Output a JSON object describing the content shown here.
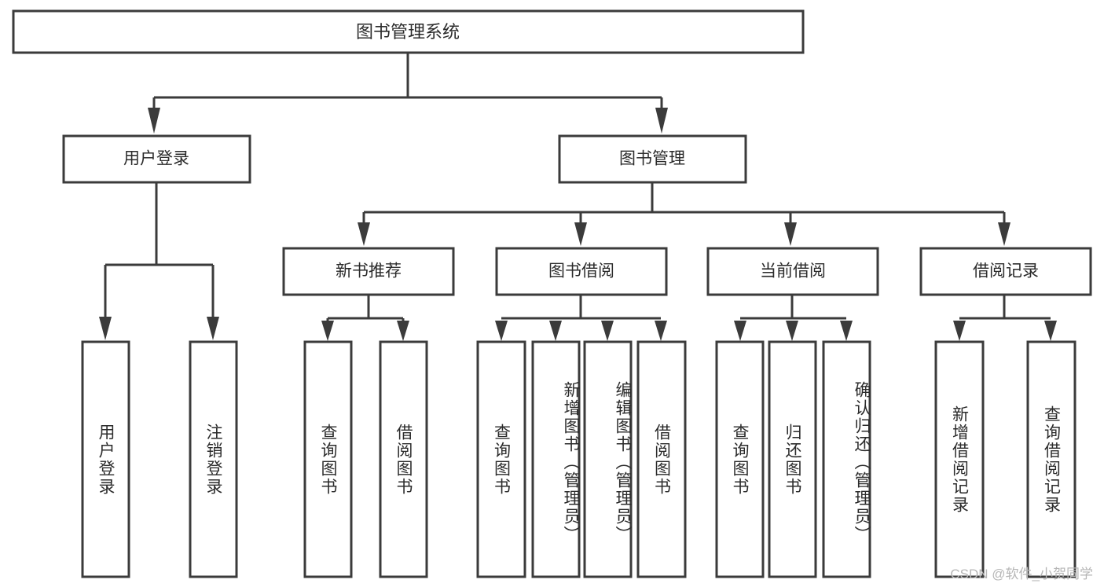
{
  "diagram": {
    "type": "tree",
    "title": "图书管理系统",
    "orientation": "top-down",
    "colors": {
      "background": "#ffffff",
      "stroke": "#3b3b3b",
      "box_fill": "#ffffff",
      "text": "#2b2b2b",
      "watermark": "#b6b6b6"
    },
    "root": {
      "label": "图书管理系统"
    },
    "level1": [
      {
        "label": "用户登录"
      },
      {
        "label": "图书管理"
      }
    ],
    "level2": [
      {
        "label": "新书推荐"
      },
      {
        "label": "图书借阅"
      },
      {
        "label": "当前借阅"
      },
      {
        "label": "借阅记录"
      }
    ],
    "leaves": {
      "user_login": [
        {
          "label": "用户登录"
        },
        {
          "label": "注销登录"
        }
      ],
      "new_book_recommend": [
        {
          "label": "查询图书"
        },
        {
          "label": "借阅图书"
        }
      ],
      "book_borrow": [
        {
          "label": "查询图书"
        },
        {
          "label": "新增图书（管理员）"
        },
        {
          "label": "编辑图书（管理员）"
        },
        {
          "label": "借阅图书"
        }
      ],
      "current_borrow": [
        {
          "label": "查询图书"
        },
        {
          "label": "归还图书"
        },
        {
          "label": "确认归还（管理员）"
        }
      ],
      "borrow_record": [
        {
          "label": "新增借阅记录"
        },
        {
          "label": "查询借阅记录"
        }
      ]
    }
  },
  "watermark": {
    "text": "CSDN @软件_小贺同学"
  }
}
